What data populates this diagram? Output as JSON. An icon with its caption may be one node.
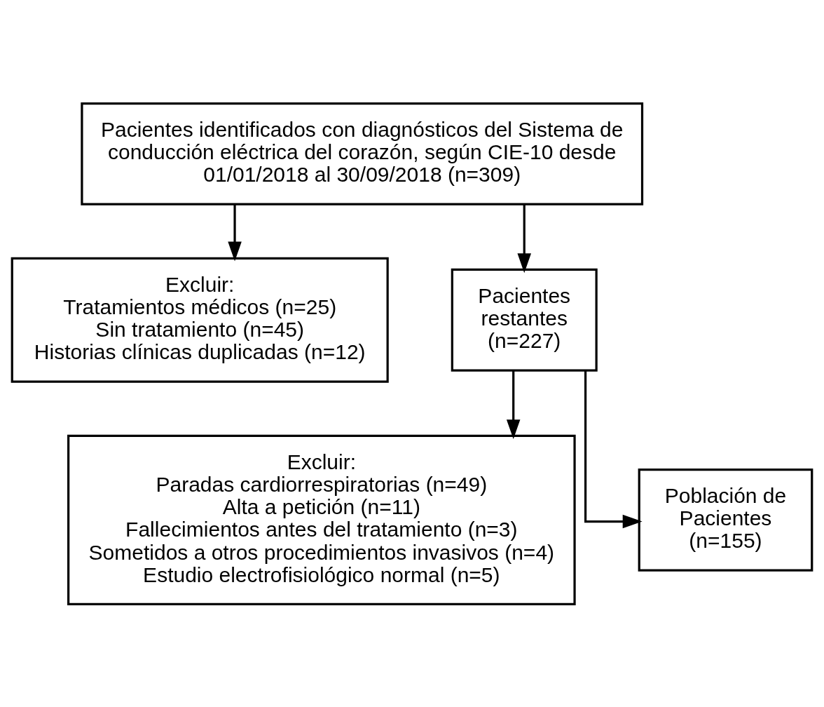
{
  "diagram": {
    "nodes": [
      {
        "text": [
          "Pacientes identificados con diagnósticos del Sistema de conducción eléctrica del corazón, según CIE-10 desde 01/01/2018 al 30/09/2018 (n=309)"
        ]
      },
      {
        "text": [
          "Excluir:",
          "Tratamientos médicos (n=25)",
          "Sin tratamiento (n=45)",
          "Historias clínicas duplicadas (n=12)"
        ]
      },
      {
        "text": [
          "Pacientes restantes (n=227)"
        ]
      },
      {
        "text": [
          "Excluir:",
          "Paradas cardiorrespiratorias (n=49)",
          "Alta a petición (n=11)",
          "Fallecimientos antes del tratamiento (n=3)",
          "Sometidos a otros procedimientos invasivos (n=4)",
          "Estudio electrofisiológico normal (n=5)"
        ]
      },
      {
        "text": [
          "Población de Pacientes (n=155)"
        ]
      }
    ],
    "edges": [
      {
        "from": 0,
        "to": 1,
        "arrow": "to"
      },
      {
        "from": 0,
        "to": 2,
        "arrow": "to"
      },
      {
        "from": 2,
        "to": 3,
        "arrow": "to"
      },
      {
        "from": 2,
        "to": 4,
        "arrow": "to"
      }
    ]
  }
}
